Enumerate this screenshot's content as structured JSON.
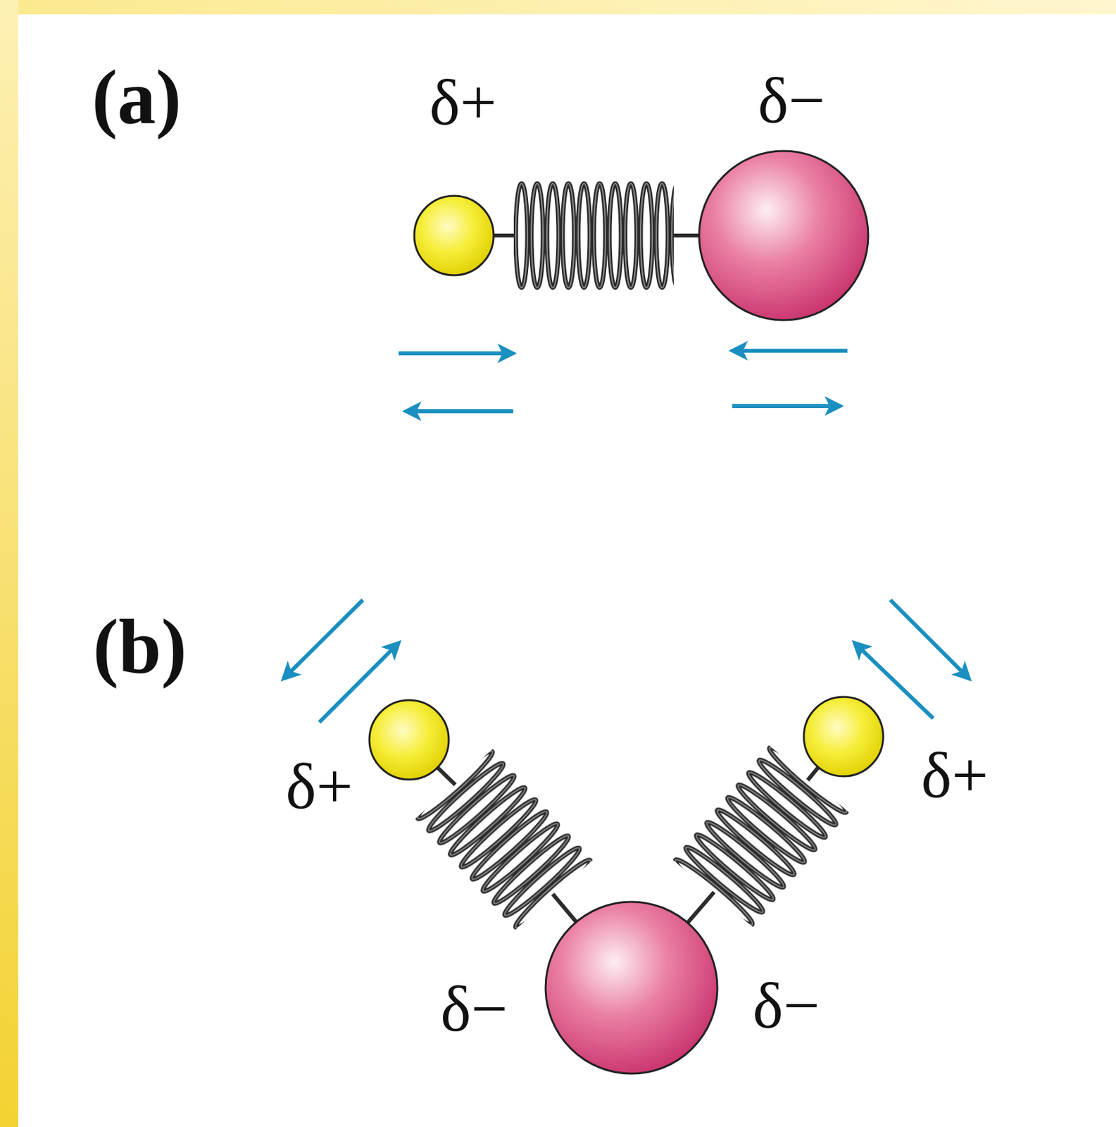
{
  "diagram": {
    "labels": [
      "(a)",
      "δ+",
      "δ−",
      "(b)",
      "δ+",
      "δ+",
      "δ−",
      "δ−"
    ]
  }
}
